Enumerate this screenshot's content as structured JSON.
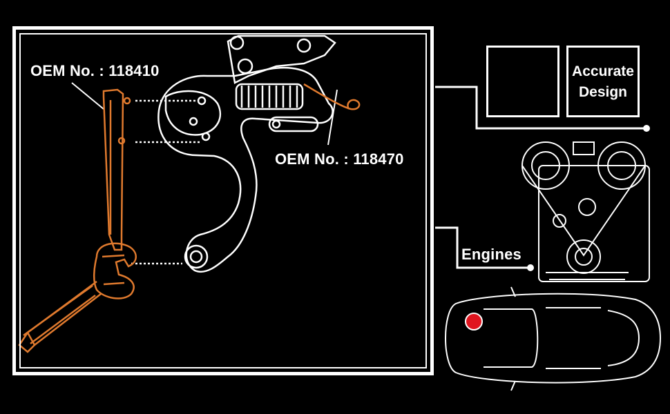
{
  "oem_tool": "OEM No. : 118410",
  "oem_spring": "OEM No. : 118470",
  "feature": {
    "line1": "Accurate",
    "line2": "Design",
    "icon": "crosshair-icon"
  },
  "engines_label": "Engines",
  "colors": {
    "accent": "#e07a2e",
    "marker": "#e0141e",
    "line": "#ffffff",
    "background": "#000000"
  }
}
